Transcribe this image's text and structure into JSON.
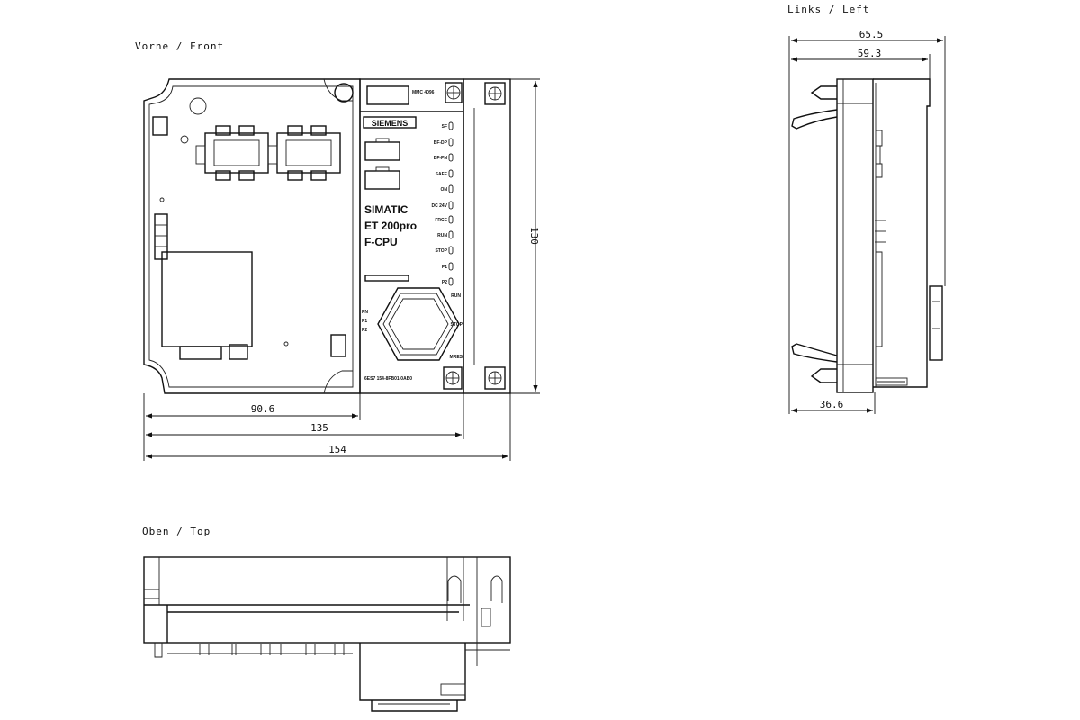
{
  "views": {
    "front": {
      "label": "Vorne / Front"
    },
    "left": {
      "label": "Links / Left"
    },
    "top": {
      "label": "Oben / Top"
    }
  },
  "dimensions": {
    "front_width_plate": "90.6",
    "front_width_mid": "135",
    "front_width_total": "154",
    "front_height": "130",
    "left_depth_total": "65.5",
    "left_depth_body": "59.3",
    "left_depth_front": "36.6"
  },
  "panel": {
    "brand": "SIEMENS",
    "product_line": "SIMATIC",
    "product_model": "ET 200pro",
    "product_type": "F-CPU",
    "card_slot_label": "MMC 4096",
    "order_number": "6ES7 154-8FB01-0AB0",
    "leds": [
      "SF",
      "BF-DP",
      "BF-PN",
      "SAFE",
      "ON",
      "DC 24V",
      "FRCE",
      "RUN",
      "STOP",
      "P1",
      "P2"
    ],
    "switch_positions": [
      "RUN",
      "STOP",
      "MRES"
    ],
    "port_labels": [
      "PN",
      "P1",
      "P2"
    ]
  }
}
